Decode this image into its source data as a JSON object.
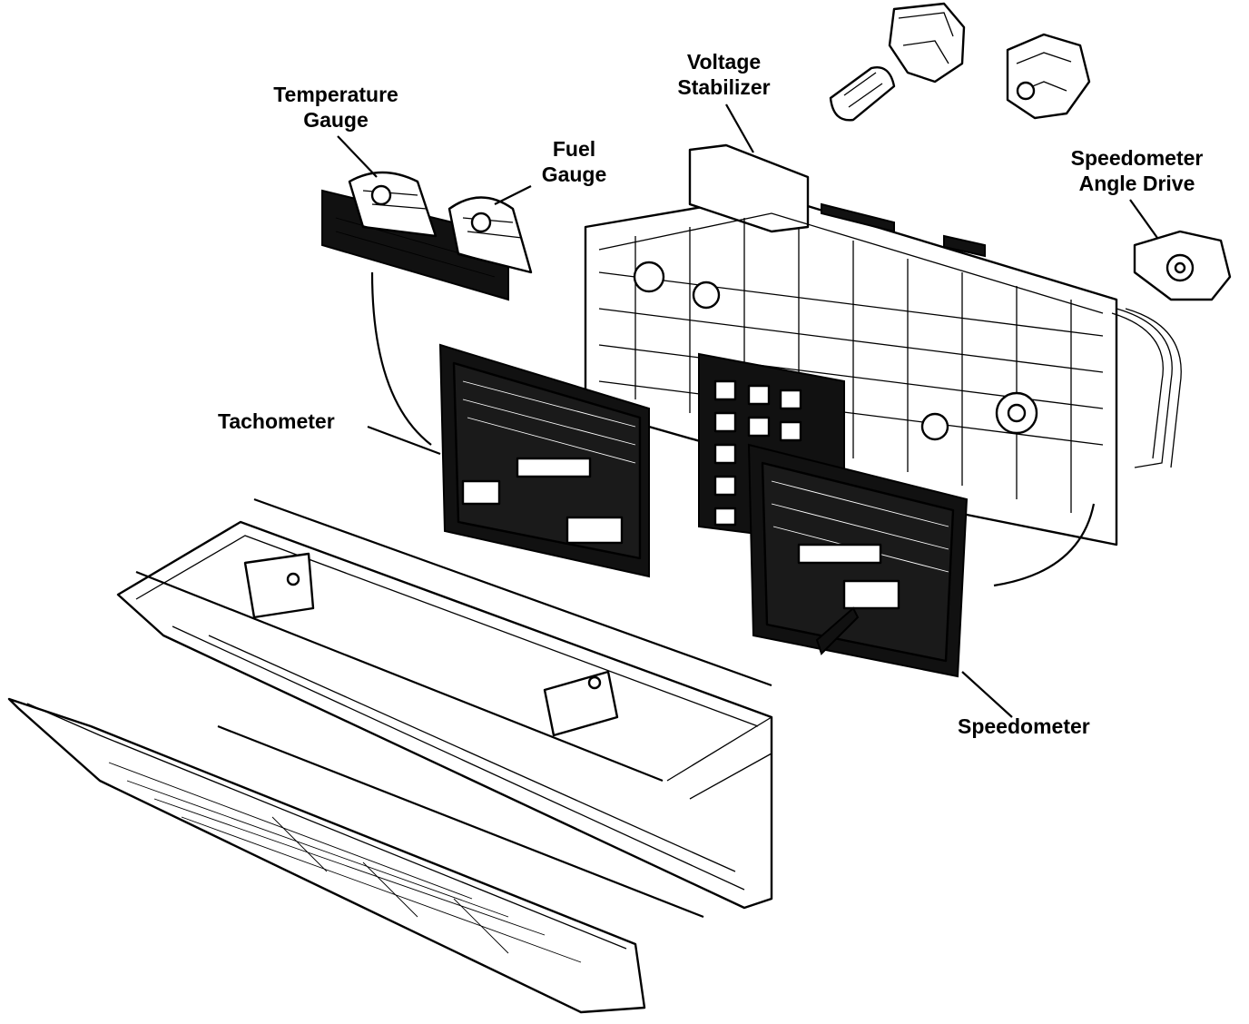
{
  "labels": {
    "temperature_gauge": [
      "Temperature",
      "Gauge"
    ],
    "fuel_gauge": [
      "Fuel",
      "Gauge"
    ],
    "voltage_stabilizer": [
      "Voltage",
      "Stabilizer"
    ],
    "speedometer_angle_drive": [
      "Speedometer",
      "Angle Drive"
    ],
    "tachometer": "Tachometer",
    "speedometer": "Speedometer"
  }
}
